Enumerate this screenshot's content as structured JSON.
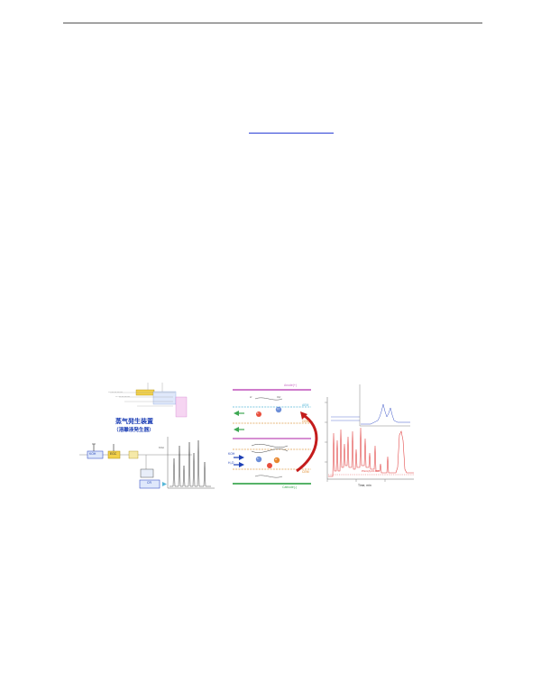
{
  "figure": {
    "panel_a": {
      "title_line1": "蒸气発生装置",
      "title_line2": "（溶離液発生器）",
      "unit_labels": [
        "KOH",
        "CR"
      ],
      "small_labels": [
        "EGC",
        "KOH"
      ]
    },
    "panel_b": {
      "labels": {
        "anode": "Anode(+)",
        "aem": "AEM",
        "cem1": "CEM",
        "cem2": "CEM",
        "cathode": "Cathode(-)",
        "koh": "KOH",
        "h2o_in": "H₂O"
      },
      "ions": [
        "H⁺",
        "OH⁻",
        "K⁺",
        "Cl⁻",
        "K⁺",
        "H⁺"
      ]
    },
    "panel_c": {
      "xlabel": "Time, min",
      "red_label": "PGC(A)=0.005",
      "colors": {
        "trace_red": "#e03b3b",
        "trace_blue": "#3c55c8",
        "axis": "#666666"
      }
    }
  }
}
